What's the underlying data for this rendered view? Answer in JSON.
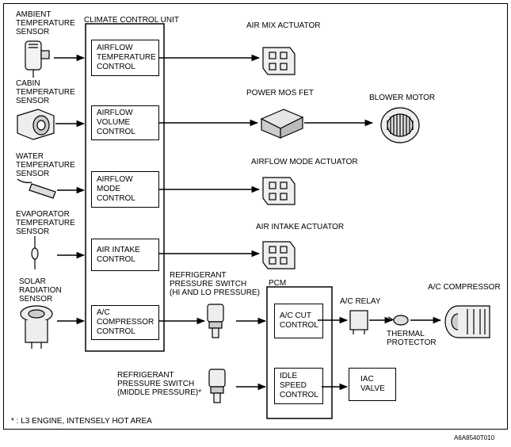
{
  "sensors": {
    "ambient": "AMBIENT\nTEMPERATURE\nSENSOR",
    "cabin": "CABIN\nTEMPERATURE\nSENSOR",
    "water": "WATER\nTEMPERATURE\nSENSOR",
    "evaporator": "EVAPORATOR\nTEMPERATURE\nSENSOR",
    "solar": "SOLAR\nRADIATION\nSENSOR"
  },
  "ccu": {
    "title": "CLIMATE CONTROL UNIT",
    "blocks": [
      "AIRFLOW\nTEMPERATURE\nCONTROL",
      "AIRFLOW\nVOLUME\nCONTROL",
      "AIRFLOW\nMODE\nCONTROL",
      "AIR INTAKE\nCONTROL",
      "A/C\nCOMPRESSOR\nCONTROL"
    ]
  },
  "outputs": {
    "air_mix": "AIR MIX ACTUATOR",
    "power_mos": "POWER MOS FET",
    "blower": "BLOWER MOTOR",
    "mode": "AIRFLOW MODE ACTUATOR",
    "intake": "AIR INTAKE ACTUATOR"
  },
  "refrigerant_hilo": "REFRIGERANT\nPRESSURE SWITCH\n(HI AND LO PRESSURE)",
  "refrigerant_mid": "REFRIGERANT\nPRESSURE SWITCH\n(MIDDLE PRESSURE)*",
  "pcm": {
    "title": "PCM",
    "blocks": [
      "A/C CUT\nCONTROL",
      "IDLE\nSPEED\nCONTROL"
    ]
  },
  "ac_relay": "A/C RELAY",
  "ac_compressor": "A/C COMPRESSOR",
  "thermal_protector": "THERMAL\nPROTECTOR",
  "iac_valve": "IAC\nVALVE",
  "footnote": "* : L3 ENGINE, INTENSELY HOT AREA",
  "figure_code": "A6A8540T010"
}
